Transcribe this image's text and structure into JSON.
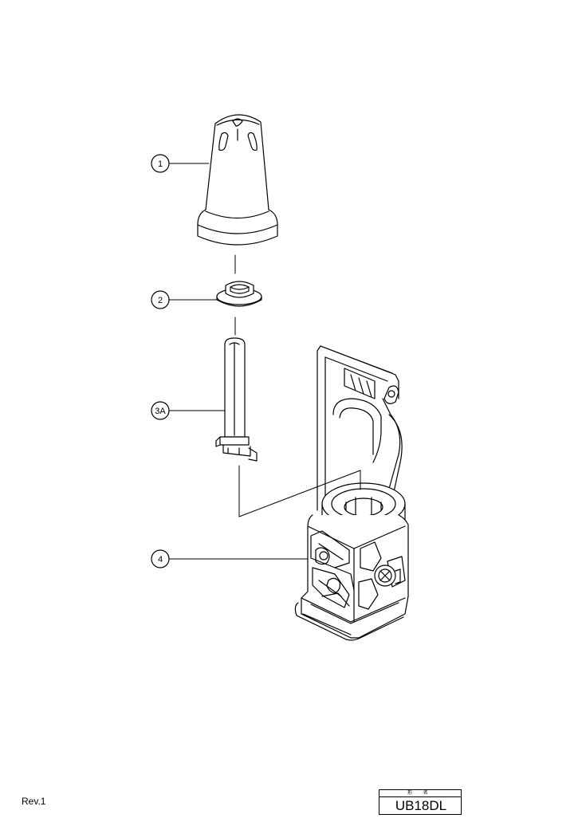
{
  "callouts": [
    {
      "label": "1"
    },
    {
      "label": "2"
    },
    {
      "label": "3A"
    },
    {
      "label": "4"
    }
  ],
  "footer": {
    "revision": "Rev.1",
    "model_header": "形 名",
    "model_name": "UB18DL"
  }
}
